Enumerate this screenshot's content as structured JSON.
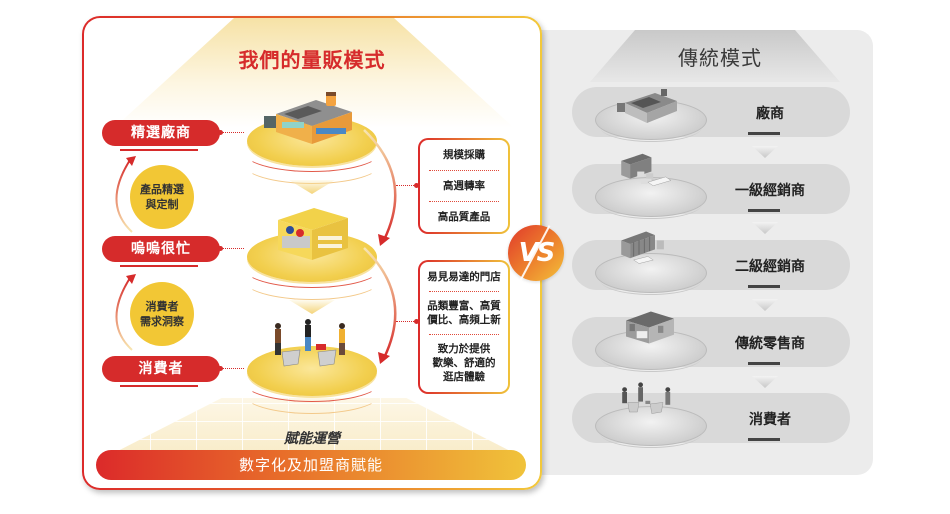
{
  "our_model": {
    "title": "我們的量販模式",
    "left_labels": [
      {
        "label": "精選廠商"
      },
      {
        "label": "嗚嗚很忙"
      },
      {
        "label": "消費者"
      }
    ],
    "badges": [
      {
        "line1": "產品精選",
        "line2": "與定制"
      },
      {
        "line1": "消費者",
        "line2": "需求洞察"
      }
    ],
    "info_boxes": [
      {
        "items": [
          "規模採購",
          "高週轉率",
          "高品質產品"
        ]
      },
      {
        "items": [
          "易見易達的門店",
          "品類豐富、高質價比、高頻上新",
          "致力於提供歡樂、舒適的逛店體驗"
        ]
      }
    ],
    "info_box_lines": {
      "box2_item2_line1": "品類豐富、高質",
      "box2_item2_line2": "價比、高頻上新",
      "box2_item3_line1": "致力於提供",
      "box2_item3_line2": "歡樂、舒適的",
      "box2_item3_line3": "逛店體驗"
    },
    "floor_label": "賦能運營",
    "bottom_bar": "數字化及加盟商賦能",
    "illustrations": [
      "factory-illustration",
      "store-illustration",
      "shoppers-illustration"
    ]
  },
  "vs_label": "VS",
  "traditional_model": {
    "title": "傳統模式",
    "steps": [
      {
        "label": "廠商",
        "icon": "factory-illustration"
      },
      {
        "label": "一級經銷商",
        "icon": "warehouse-illustration"
      },
      {
        "label": "二級經銷商",
        "icon": "distribution-center-illustration"
      },
      {
        "label": "傳統零售商",
        "icon": "shop-illustration"
      },
      {
        "label": "消費者",
        "icon": "shoppers-illustration"
      }
    ]
  },
  "colors": {
    "brand_red": "#d62b2b",
    "brand_orange": "#e8702a",
    "brand_yellow": "#f2c735",
    "grey_panel": "#ececec",
    "grey_row": "#d9d9d9"
  }
}
